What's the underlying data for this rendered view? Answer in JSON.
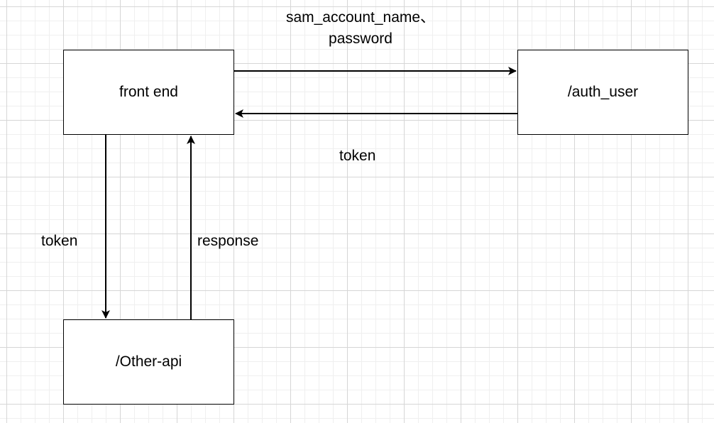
{
  "nodes": {
    "front_end": "front end",
    "auth_user": "/auth_user",
    "other_api": "/Other-api"
  },
  "edges": {
    "credentials_line1": "sam_account_name、",
    "credentials_line2": "password",
    "token_return": "token",
    "token_request": "token",
    "response": "response"
  },
  "colors": {
    "stroke": "#000000",
    "grid_major": "#d6d6d6",
    "grid_minor": "#efefef"
  }
}
